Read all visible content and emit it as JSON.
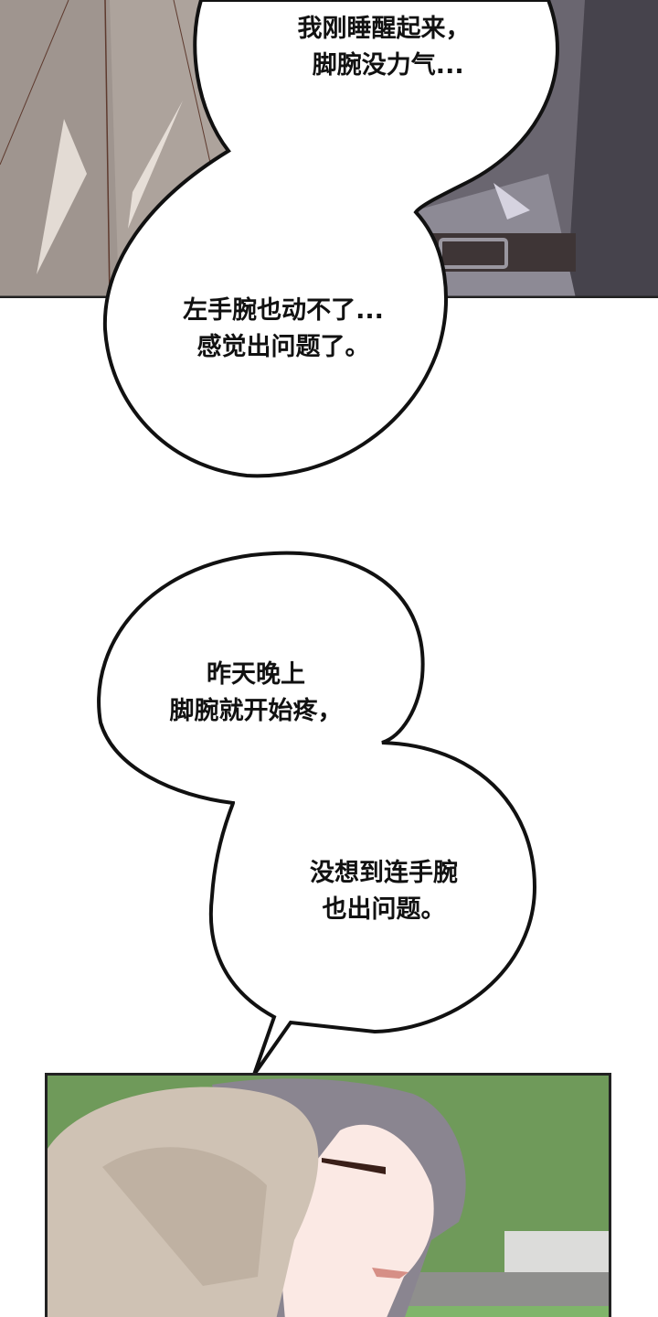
{
  "page": {
    "type": "webtoon-page",
    "background": "#ffffff"
  },
  "panel_top": {
    "description": "Close-up of two figures' torsos; left in grey-beige coat, right in dark suit with belt buckle",
    "colors": {
      "left_coat": "#a49a94",
      "right_suit": "#54515a",
      "shirt": "#8d8a95",
      "belt": "#3e3536"
    }
  },
  "bubbles": [
    {
      "id": "bubble-1",
      "lines": [
        "我刚睡醒起来，",
        "脚腕没力气..."
      ]
    },
    {
      "id": "bubble-2",
      "lines": [
        "左手腕也动不了...",
        "感觉出问题了。"
      ]
    },
    {
      "id": "bubble-3",
      "lines": [
        "昨天晚上",
        "脚腕就开始疼，"
      ]
    },
    {
      "id": "bubble-4",
      "lines": [
        "没想到连手腕",
        "也出问题。"
      ]
    }
  ],
  "text": {
    "b1": "我刚睡醒起来，\n 脚腕没力气...",
    "b2": "左手腕也动不了...\n感觉出问题了。",
    "b3": "昨天晚上\n脚腕就开始疼，",
    "b4": "没想到连手腕\n也出问题。"
  },
  "panel_bottom": {
    "description": "Two characters outdoors: blond-haired man leaning head down, grey-haired man in profile frowning; trees and stone wall background",
    "colors": {
      "trees": "#6f9a5a",
      "blond_hair": "#cfc2b4",
      "grey_hair": "#8a8590",
      "skin": "#fbe9e4",
      "wall": "#9a9a98",
      "grass": "#7fb56a"
    }
  }
}
